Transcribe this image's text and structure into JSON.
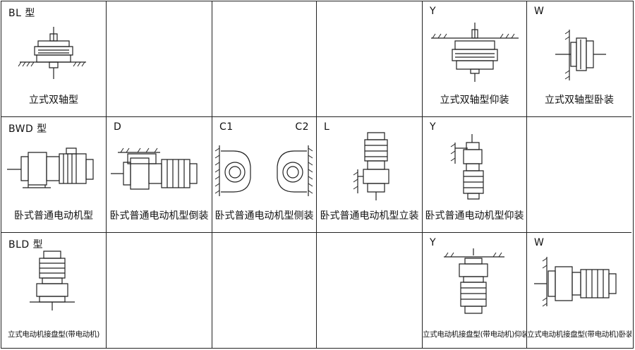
{
  "cells": [
    {
      "row": 1,
      "col": 1,
      "code": "BL 型",
      "code2": "",
      "caption": "立式双轴型",
      "icon": "vertical-double-shaft-icon"
    },
    {
      "row": 1,
      "col": 2,
      "code": "",
      "code2": "",
      "caption": "",
      "icon": ""
    },
    {
      "row": 1,
      "col": 3,
      "code": "",
      "code2": "",
      "caption": "",
      "icon": ""
    },
    {
      "row": 1,
      "col": 4,
      "code": "",
      "code2": "",
      "caption": "",
      "icon": ""
    },
    {
      "row": 1,
      "col": 5,
      "code": "Y",
      "code2": "",
      "caption": "立式双轴型仰装",
      "icon": "vertical-double-shaft-inverted-icon"
    },
    {
      "row": 1,
      "col": 6,
      "code": "W",
      "code2": "",
      "caption": "立式双轴型卧装",
      "icon": "vertical-double-shaft-horizontal-icon"
    },
    {
      "row": 2,
      "col": 1,
      "code": "BWD 型",
      "code2": "",
      "caption": "卧式普通电动机型",
      "icon": "horizontal-motor-icon"
    },
    {
      "row": 2,
      "col": 2,
      "code": "D",
      "code2": "",
      "caption": "卧式普通电动机型倒装",
      "icon": "horizontal-motor-inverted-icon"
    },
    {
      "row": 2,
      "col": 3,
      "code": "C1",
      "code2": "C2",
      "caption": "卧式普通电动机型侧装",
      "icon": "horizontal-motor-side-mount-icon"
    },
    {
      "row": 2,
      "col": 4,
      "code": "L",
      "code2": "",
      "caption": "卧式普通电动机型立装",
      "icon": "horizontal-motor-vertical-mount-icon"
    },
    {
      "row": 2,
      "col": 5,
      "code": "Y",
      "code2": "",
      "caption": "卧式普通电动机型仰装",
      "icon": "horizontal-motor-upward-mount-icon"
    },
    {
      "row": 2,
      "col": 6,
      "code": "",
      "code2": "",
      "caption": "",
      "icon": ""
    },
    {
      "row": 3,
      "col": 1,
      "code": "BLD 型",
      "code2": "",
      "caption": "立式电动机接盘型(带电动机)",
      "icon": "vertical-flange-motor-icon"
    },
    {
      "row": 3,
      "col": 2,
      "code": "",
      "code2": "",
      "caption": "",
      "icon": ""
    },
    {
      "row": 3,
      "col": 3,
      "code": "",
      "code2": "",
      "caption": "",
      "icon": ""
    },
    {
      "row": 3,
      "col": 4,
      "code": "",
      "code2": "",
      "caption": "",
      "icon": ""
    },
    {
      "row": 3,
      "col": 5,
      "code": "Y",
      "code2": "",
      "caption": "立式电动机接盘型(带电动机)仰装",
      "icon": "vertical-flange-motor-inverted-icon"
    },
    {
      "row": 3,
      "col": 6,
      "code": "W",
      "code2": "",
      "caption": "立式电动机接盘型(带电动机)卧装",
      "icon": "vertical-flange-motor-horizontal-icon"
    }
  ]
}
